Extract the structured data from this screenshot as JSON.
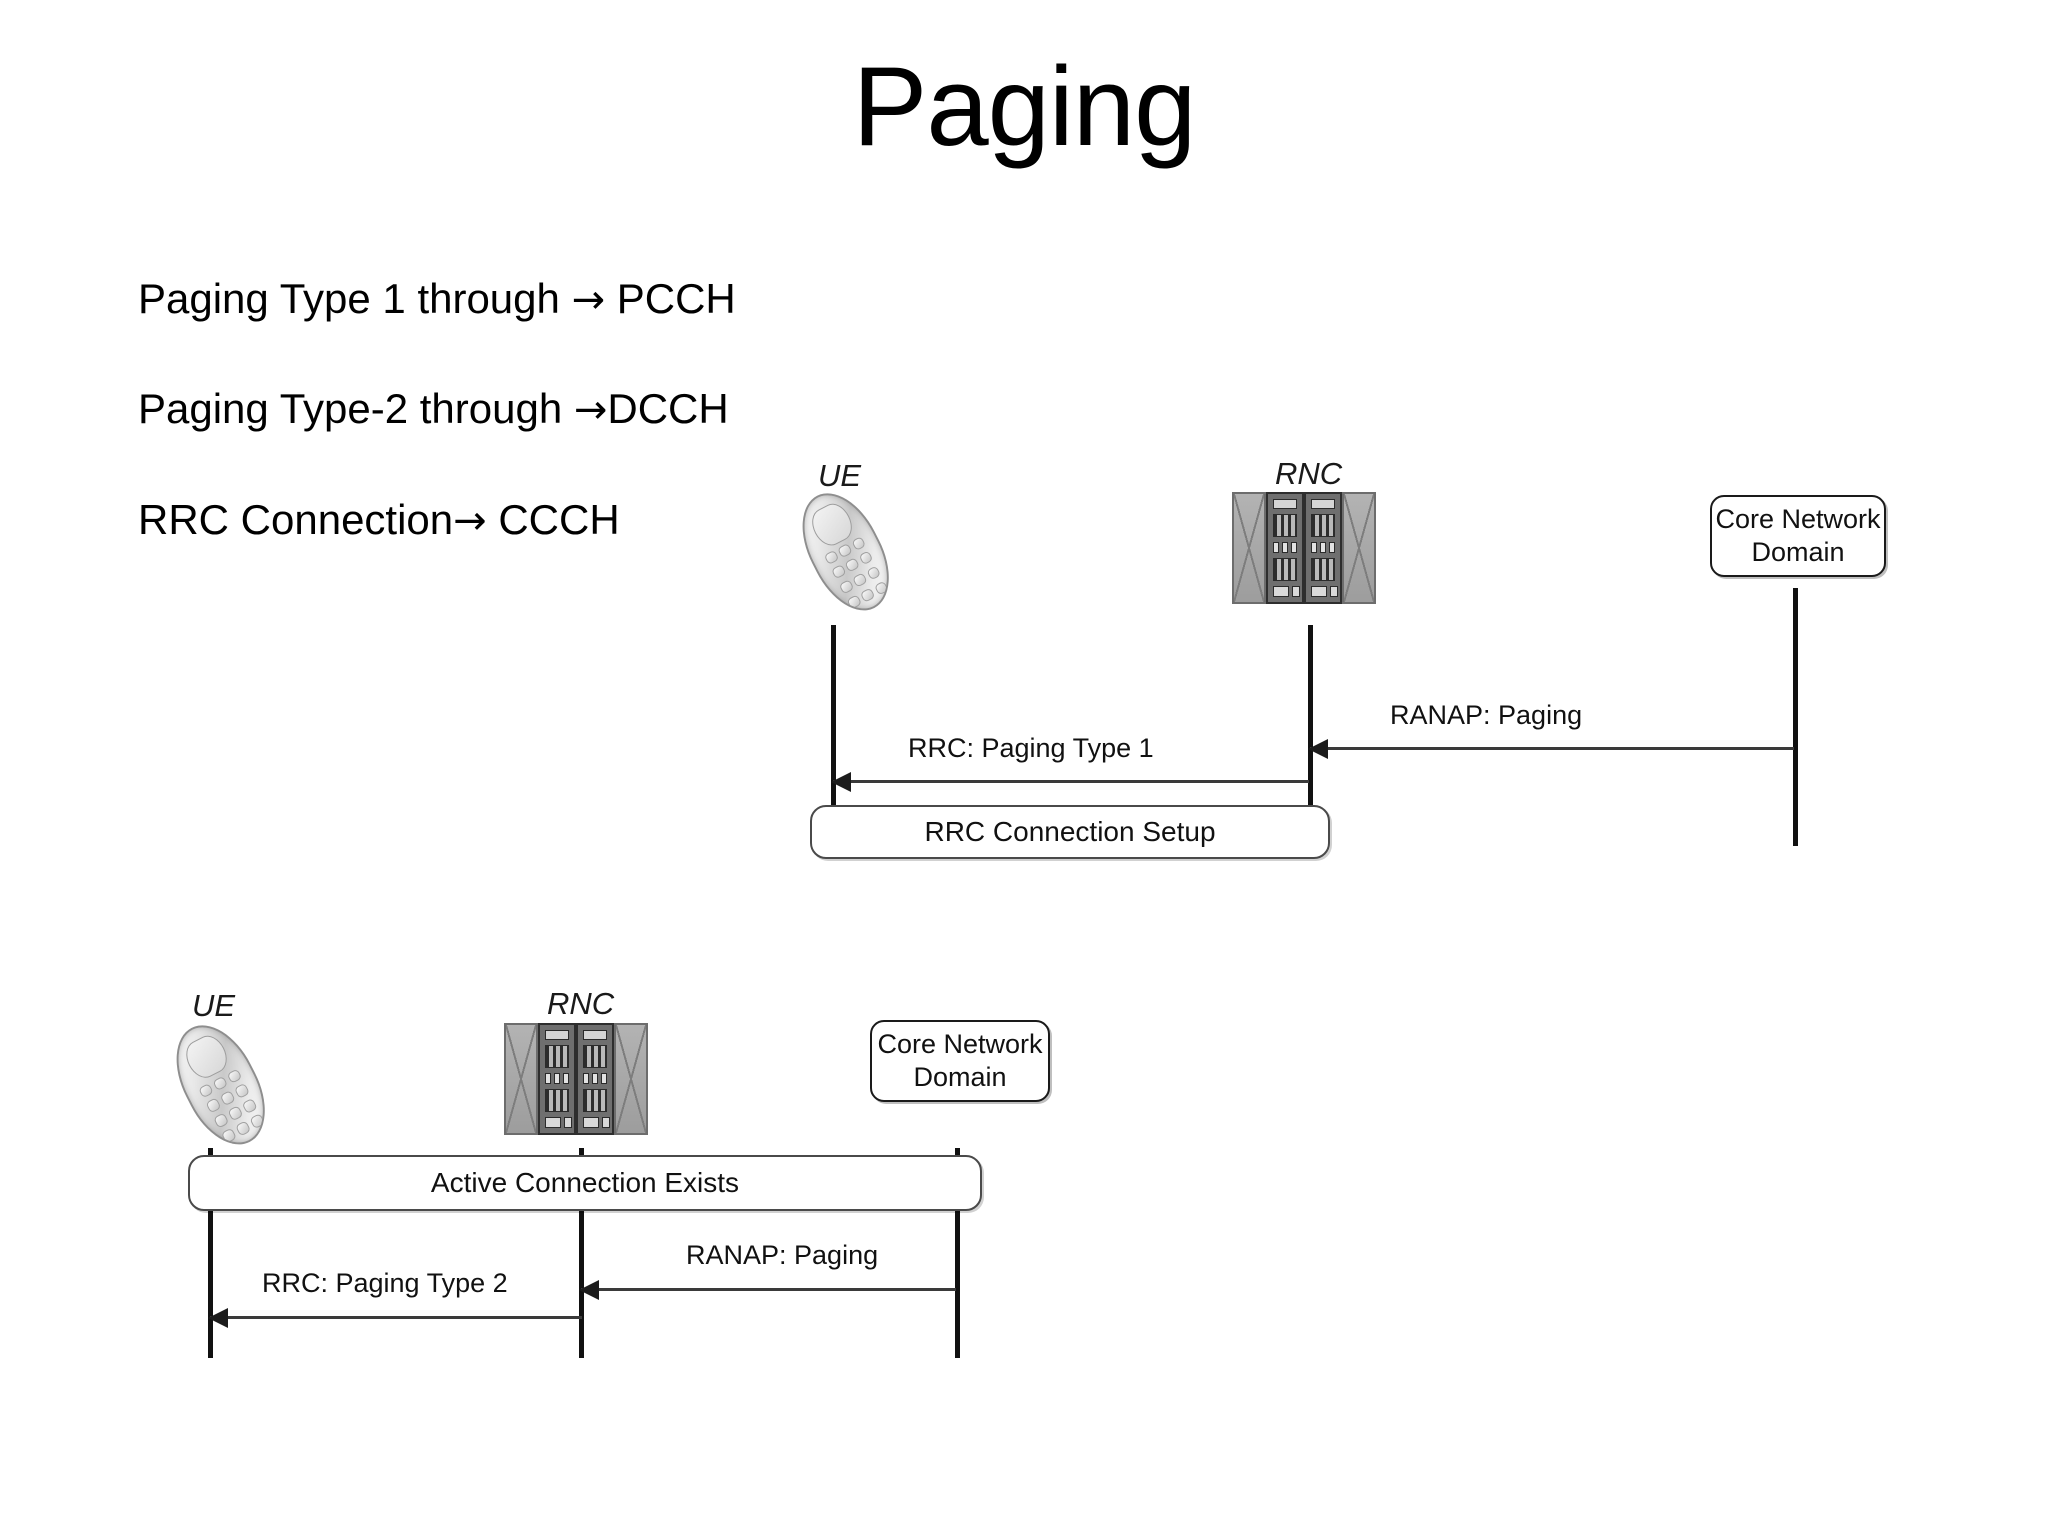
{
  "slide": {
    "title": "Paging",
    "bullets": [
      {
        "before": "Paging Type 1 through ",
        "arrow": "→",
        "after": " PCCH"
      },
      {
        "before": "Paging Type-2 through ",
        "arrow": "→",
        "after": "DCCH"
      },
      {
        "before": "RRC Connection",
        "arrow": "→",
        "after": " CCCH"
      }
    ]
  },
  "diagram1": {
    "actors": {
      "ue": "UE",
      "rnc": "RNC",
      "cn_line1": "Core Network",
      "cn_line2": "Domain"
    },
    "messages": [
      {
        "label": "RANAP: Paging",
        "from": "cn",
        "to": "rnc"
      },
      {
        "label": "RRC: Paging Type 1",
        "from": "rnc",
        "to": "ue"
      }
    ],
    "span_box": "RRC Connection Setup"
  },
  "diagram2": {
    "actors": {
      "ue": "UE",
      "rnc": "RNC",
      "cn_line1": "Core Network",
      "cn_line2": "Domain"
    },
    "span_box": "Active Connection Exists",
    "messages": [
      {
        "label": "RANAP: Paging",
        "from": "cn",
        "to": "rnc"
      },
      {
        "label": "RRC: Paging Type 2",
        "from": "rnc",
        "to": "ue"
      }
    ]
  },
  "colors": {
    "background": "#ffffff",
    "text": "#000000",
    "line": "#1a1a1a",
    "rack_gray": "#9d9d9d"
  }
}
